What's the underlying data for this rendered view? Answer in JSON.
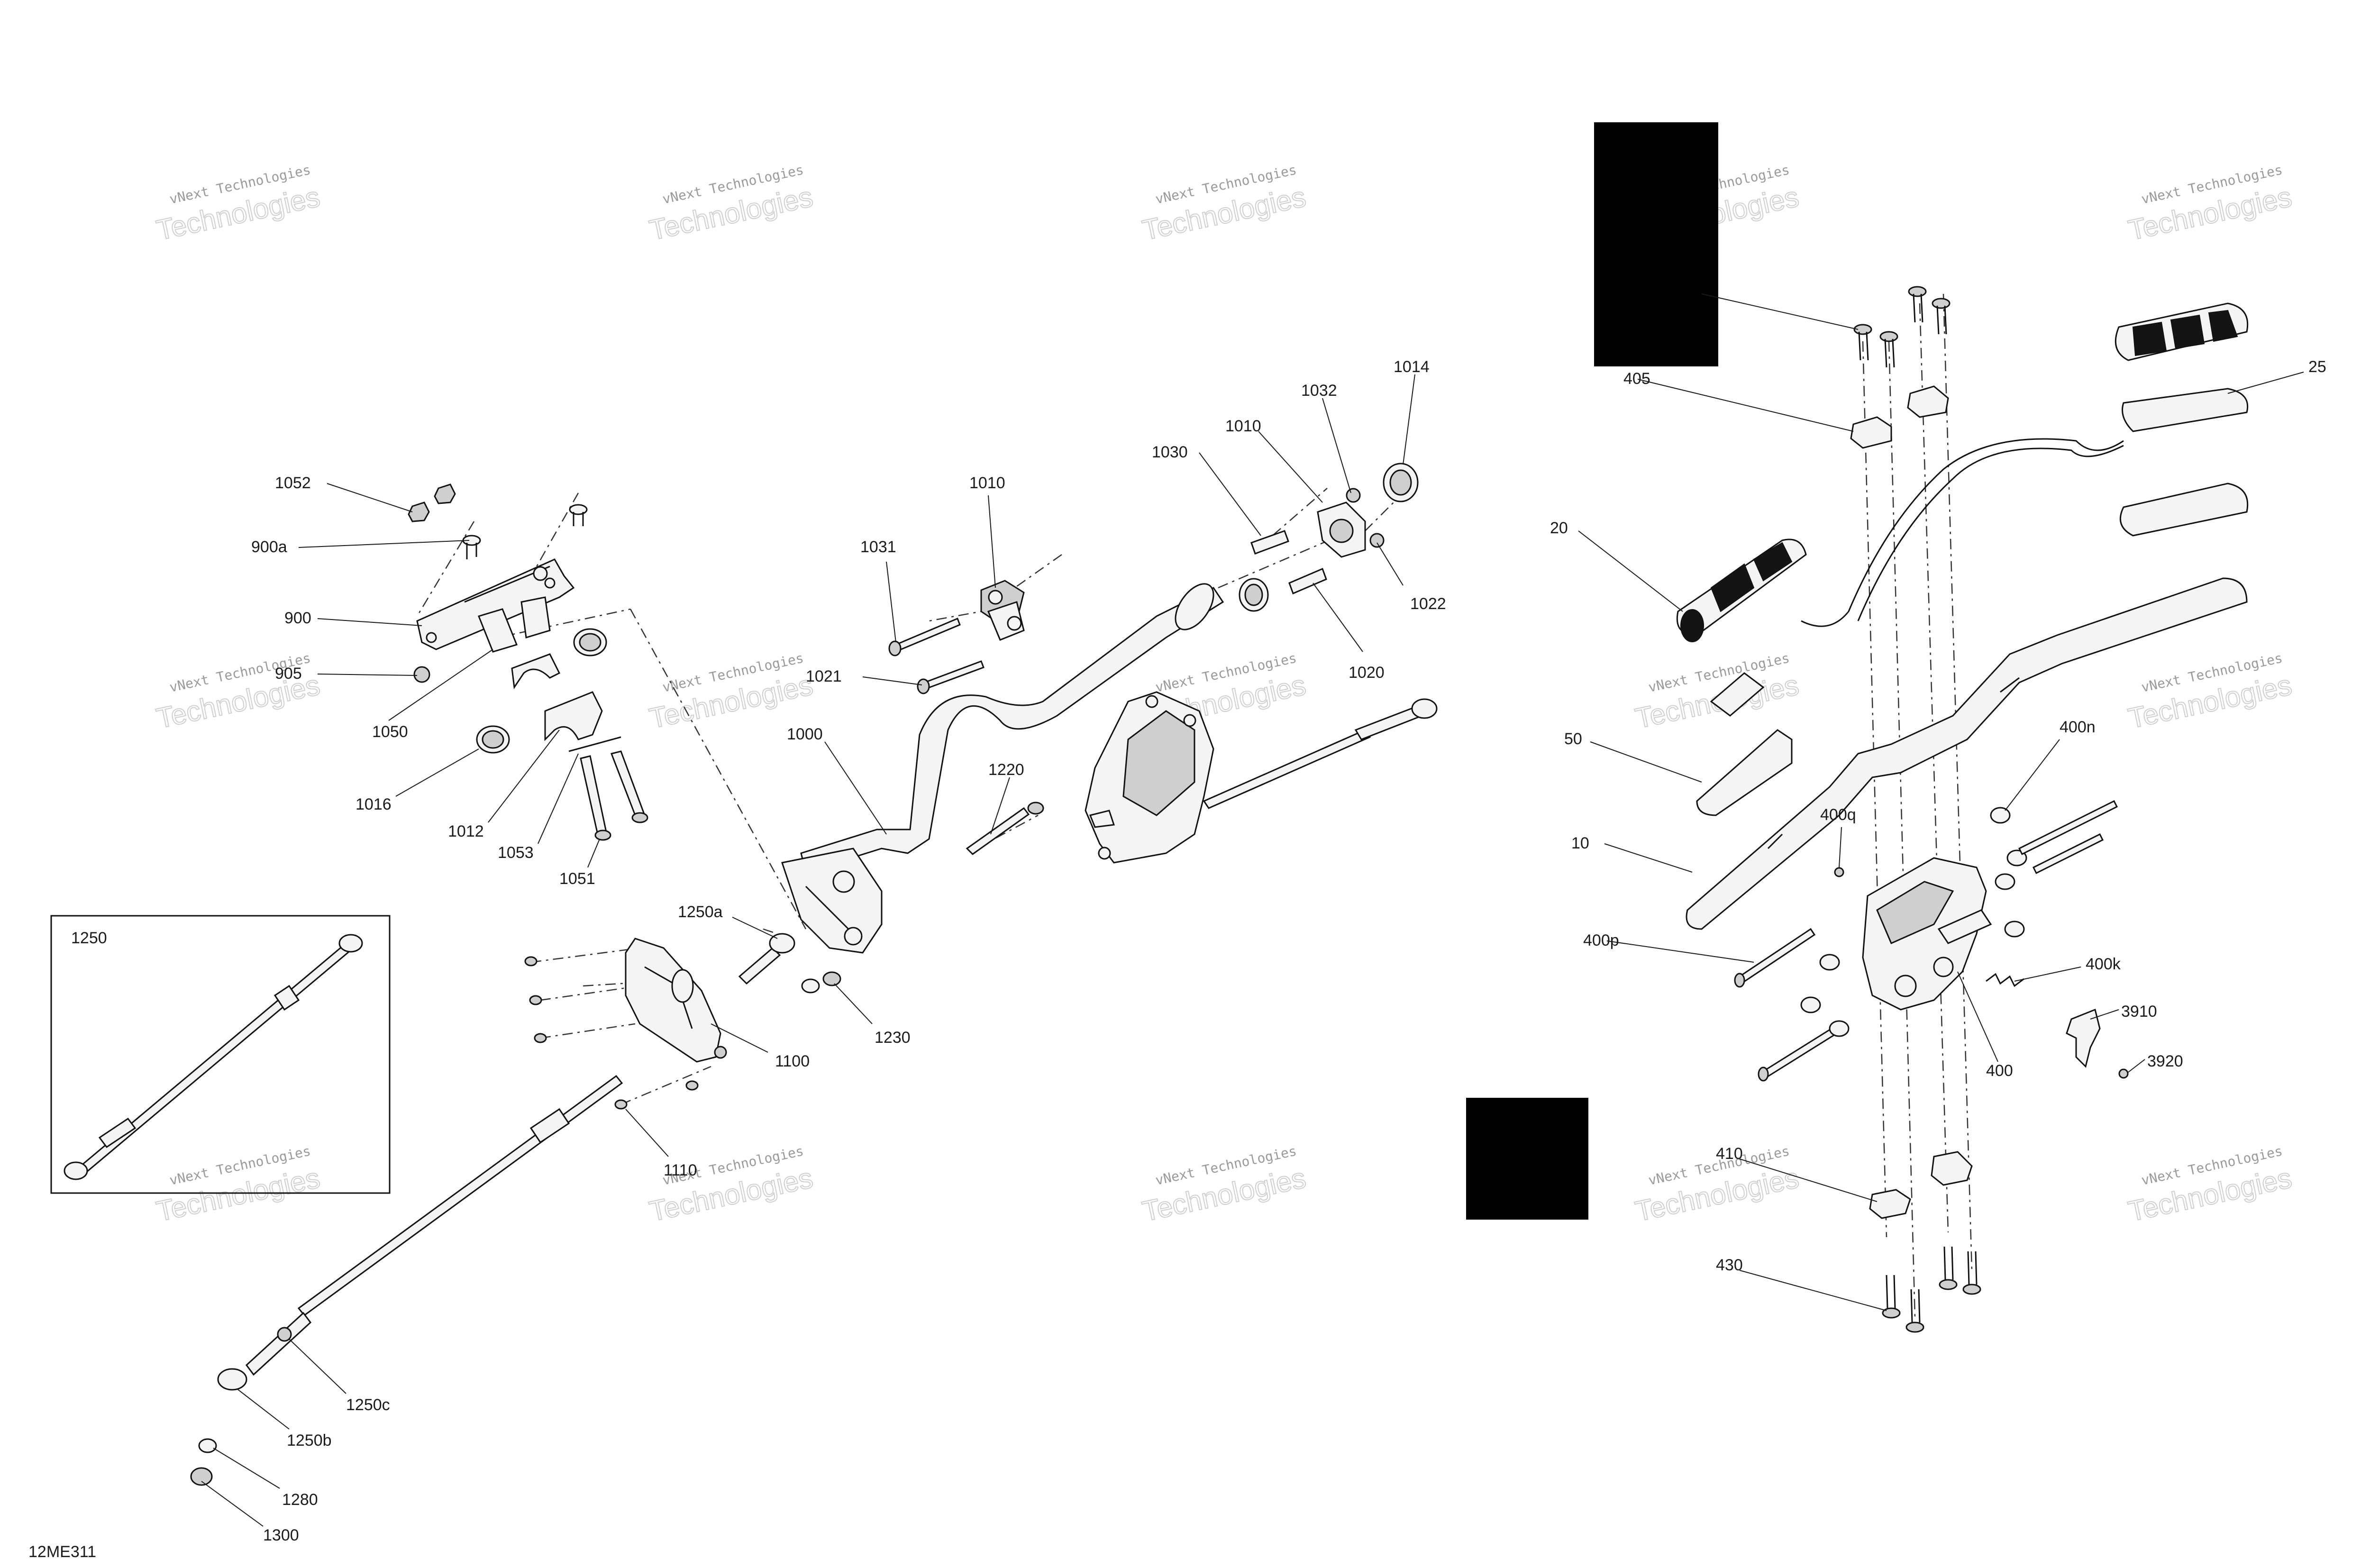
{
  "diagram_id": "12ME311",
  "watermark": {
    "line1": "vNext Technologies",
    "line2": "Technologies"
  },
  "callouts": {
    "c1052": "1052",
    "c900a": "900a",
    "c900": "900",
    "c905": "905",
    "c1050": "1050",
    "c1016": "1016",
    "c1012": "1012",
    "c1053": "1053",
    "c1051": "1051",
    "c1010a": "1010",
    "c1031": "1031",
    "c1021": "1021",
    "c1000": "1000",
    "c1220": "1220",
    "c1250a": "1250a",
    "c1230": "1230",
    "c1100": "1100",
    "c1110": "1110",
    "c1250": "1250",
    "c1250c": "1250c",
    "c1250b": "1250b",
    "c1280": "1280",
    "c1300": "1300",
    "c1030": "1030",
    "c1010b": "1010",
    "c1032": "1032",
    "c1014": "1014",
    "c1022": "1022",
    "c1020": "1020",
    "c405": "405",
    "c25": "25",
    "c20": "20",
    "c50": "50",
    "c10": "10",
    "c400n": "400n",
    "c400q": "400q",
    "c400p": "400p",
    "c400k": "400k",
    "c3910": "3910",
    "c3920": "3920",
    "c400": "400",
    "c410": "410",
    "c430": "430"
  }
}
